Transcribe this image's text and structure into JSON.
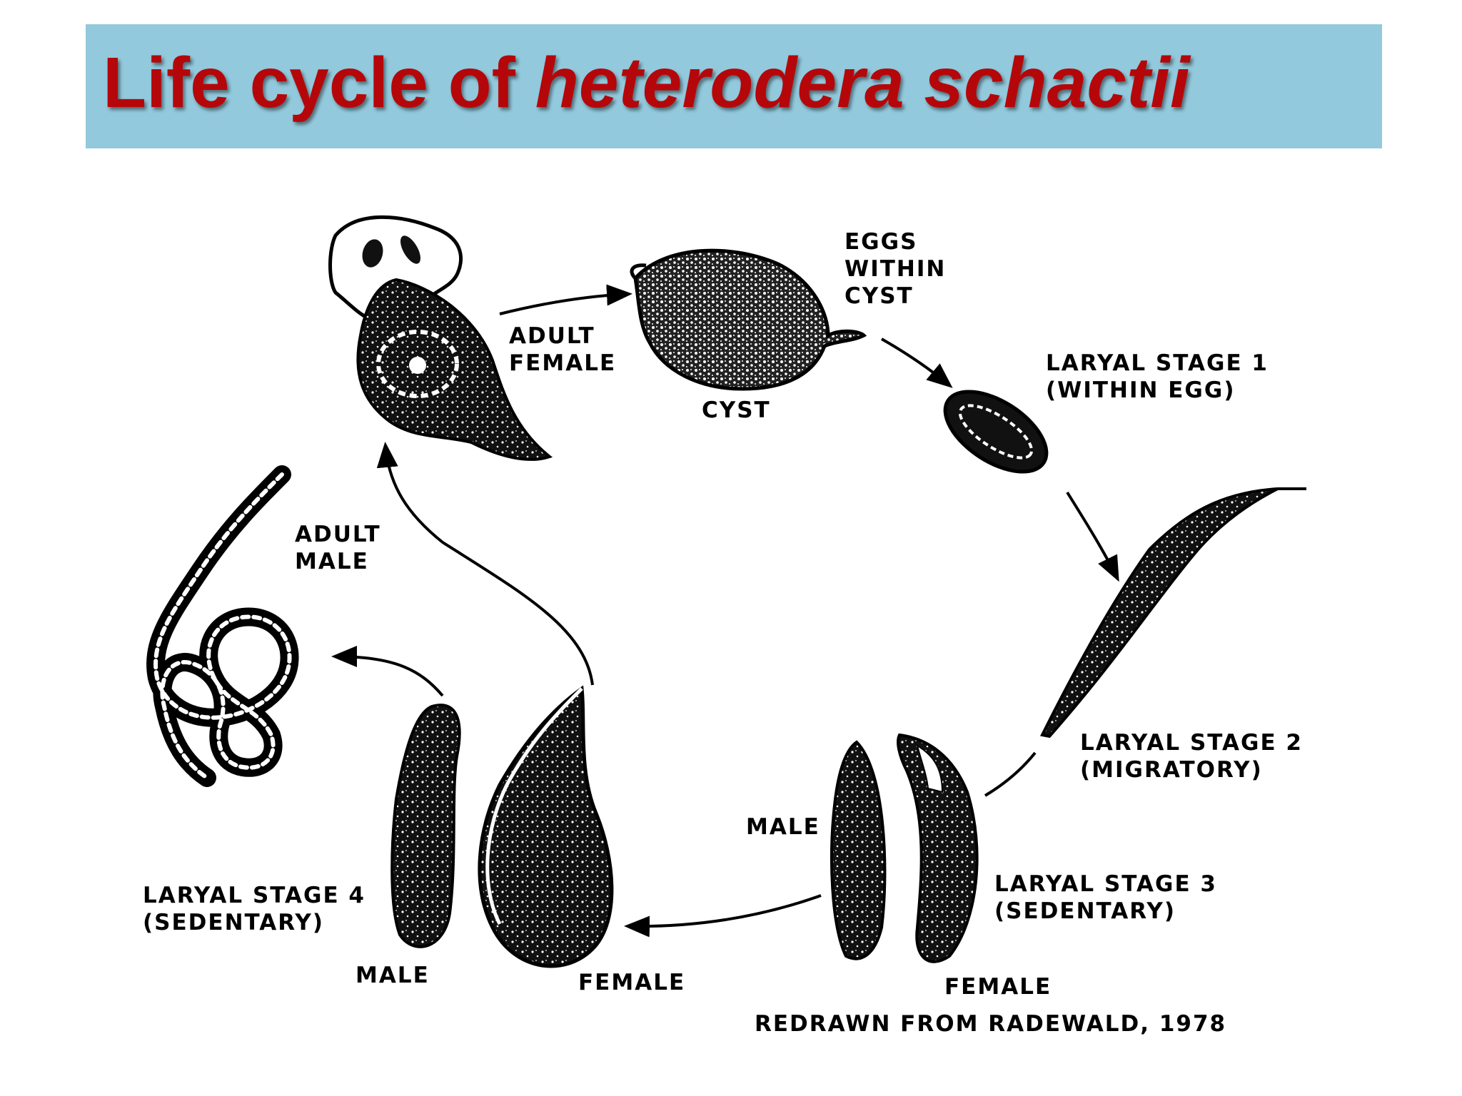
{
  "title": {
    "lead": "Life cycle of ",
    "species": "heterodera schactii",
    "band_color": "#92c9dc",
    "text_color": "#b5070a"
  },
  "labels": {
    "adult_female": [
      "ADULT",
      "FEMALE"
    ],
    "eggs_within_cyst": [
      "EGGS",
      "WITHIN",
      "CYST"
    ],
    "cyst": "CYST",
    "larval_stage_1": [
      "LARYAL STAGE 1",
      "(WITHIN EGG)"
    ],
    "adult_male": [
      "ADULT",
      "MALE"
    ],
    "larval_stage_2": [
      "LARYAL STAGE 2",
      "(MIGRATORY)"
    ],
    "male_stage_3": "MALE",
    "larval_stage_3": [
      "LARYAL STAGE 3",
      "(SEDENTARY)"
    ],
    "female_stage_3": "FEMALE",
    "larval_stage_4": [
      "LARYAL STAGE 4",
      "(SEDENTARY)"
    ],
    "male_stage_4": "MALE",
    "female_stage_4": "FEMALE",
    "credit": "REDRAWN FROM RADEWALD, 1978"
  }
}
